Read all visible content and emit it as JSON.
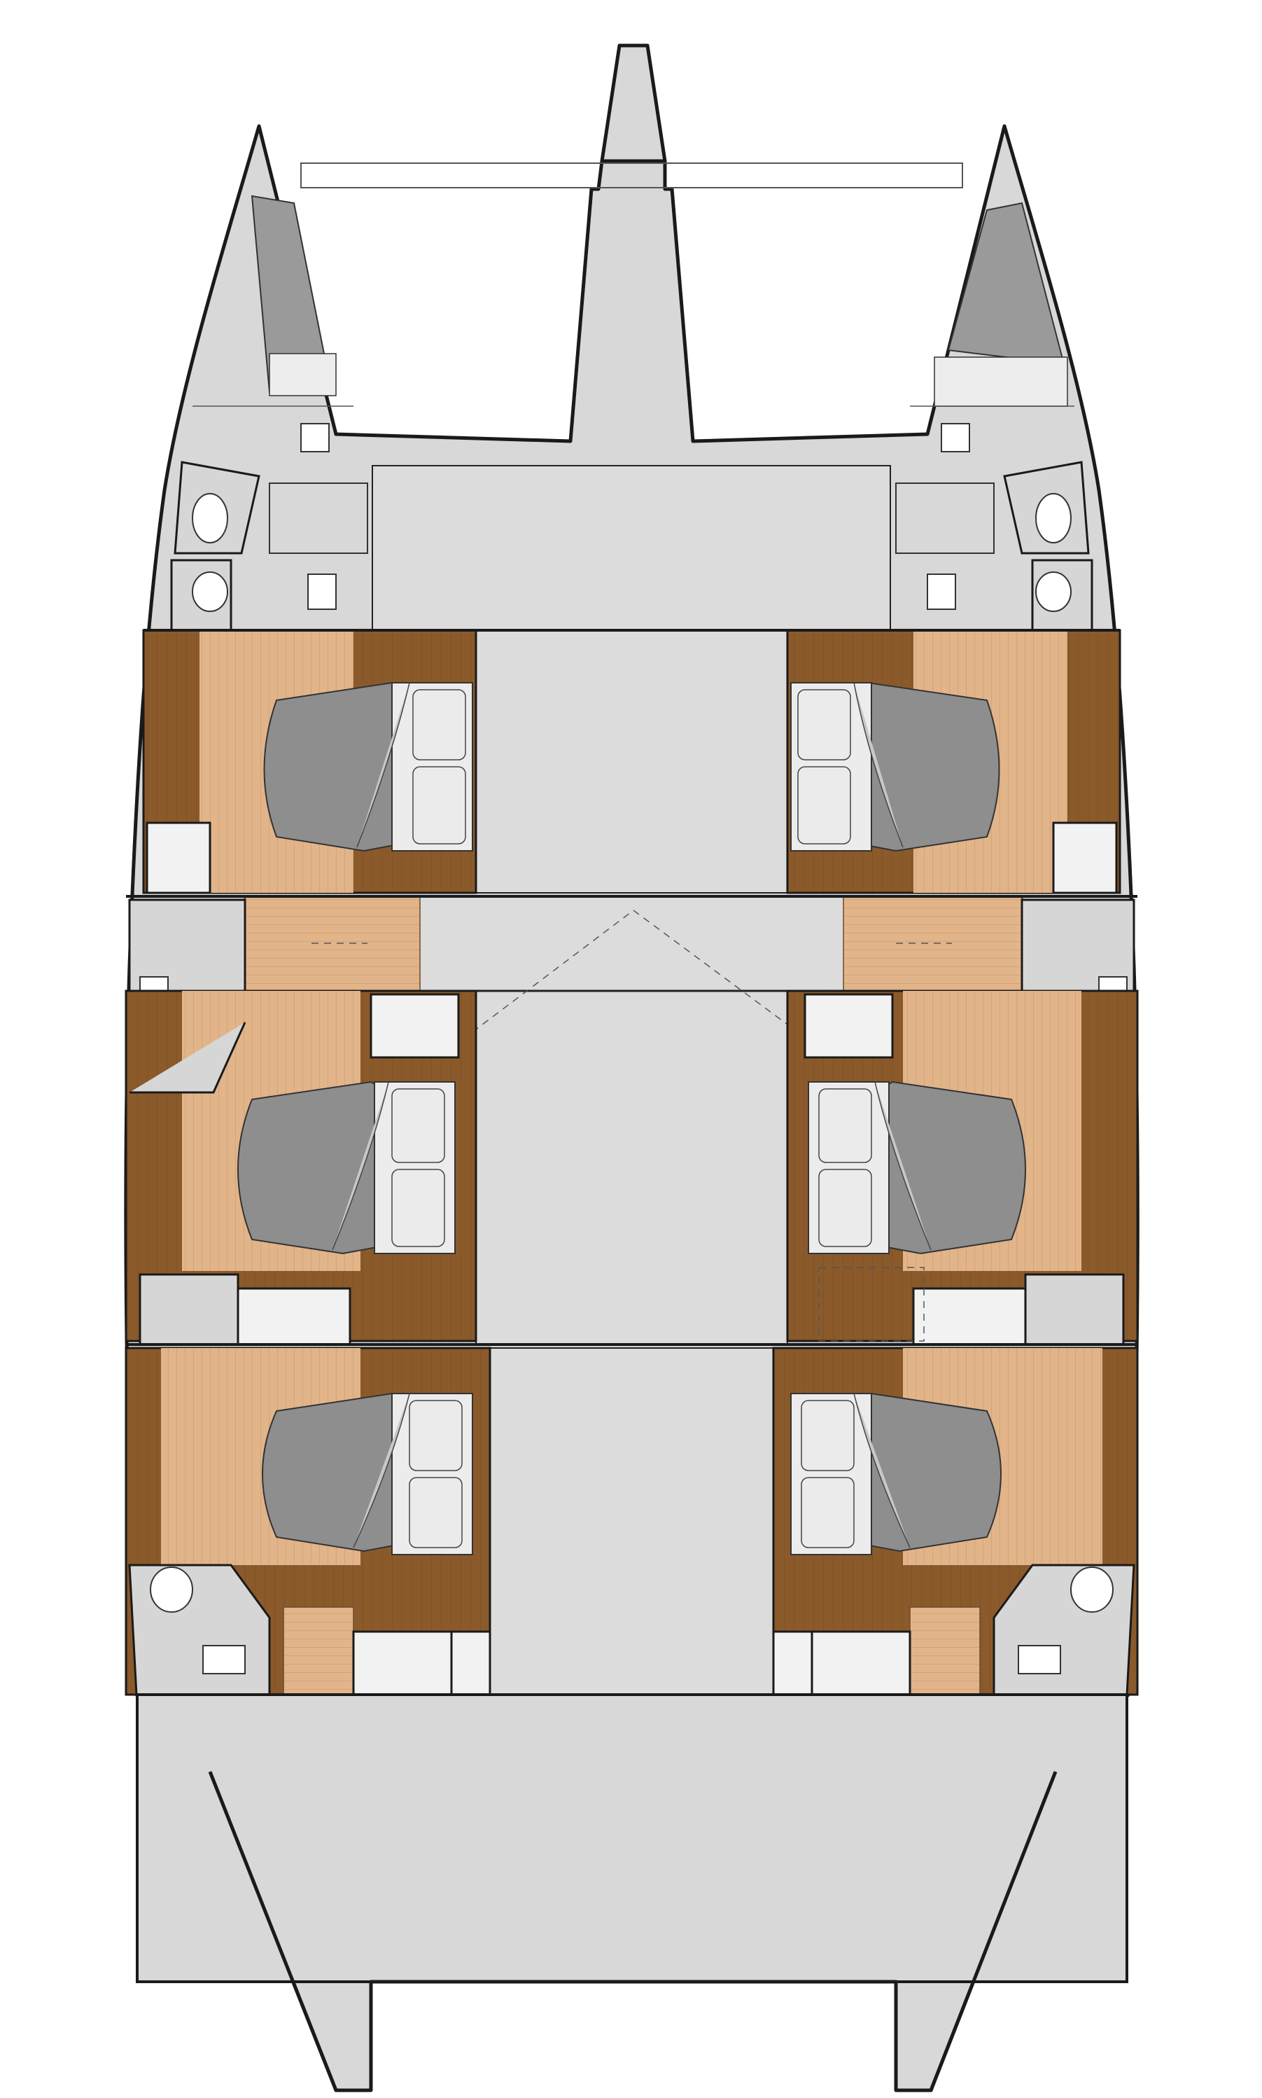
{
  "plan": {
    "cabins": [
      {
        "id": "fwd-port"
      },
      {
        "id": "fwd-stbd"
      },
      {
        "id": "mid-port"
      },
      {
        "id": "mid-stbd"
      },
      {
        "id": "aft-port"
      },
      {
        "id": "aft-stbd"
      }
    ],
    "colors": {
      "hull": "#d8d8d8",
      "floor_dark": "#8b5a2b",
      "floor_light": "#e2b48a",
      "bed": "#8e8e8e",
      "outline": "#1a1a1a"
    }
  }
}
